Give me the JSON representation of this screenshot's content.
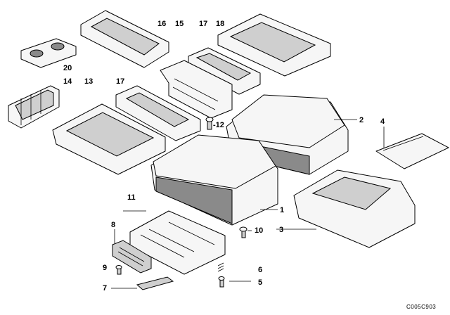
{
  "labels": {
    "l1": "1",
    "l2": "2",
    "l3": "3",
    "l4": "4",
    "l5": "5",
    "l6": "6",
    "l7": "7",
    "l8": "8",
    "l9": "9",
    "l10": "10",
    "l11": "11",
    "l12": "-12",
    "l13": "13",
    "l14": "14",
    "l15": "15",
    "l16": "16",
    "l17a": "17",
    "l17b": "17",
    "l18": "18",
    "l20": "20"
  },
  "diagram_code": "C005C903"
}
